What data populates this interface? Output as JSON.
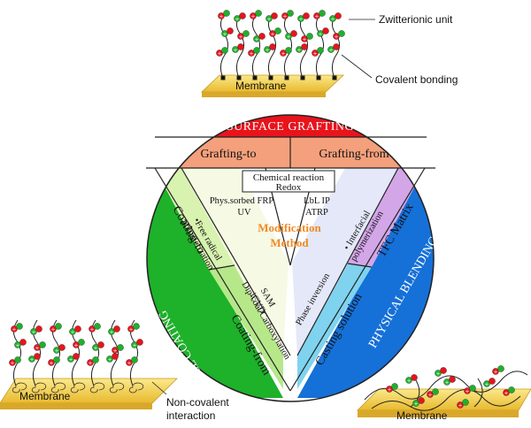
{
  "center": {
    "line1": "Modification",
    "line2": "Method"
  },
  "top": {
    "title": "SURFACE GRAFTING",
    "left": "Grafting-to",
    "right": "Grafting-from",
    "chem1": "Chemical  reaction",
    "chem2": "Redox",
    "phys1": "Phys.sorbed FRP",
    "phys2": "UV",
    "lbl1": "LbL  IP",
    "lbl2": "ATRP"
  },
  "left": {
    "title": "SURFACE COATING",
    "outer": "Coating-to",
    "inner": "Coating-from",
    "frp1": "•Free radical",
    "frp2": "polymerization",
    "sam": "SAM",
    "icvd": "iCVD",
    "dip": "Dip-coat/Carboxylation"
  },
  "right": {
    "title": "PHYSICAL BLENDING",
    "outer": "TFC Matrix",
    "inner": "Casting solution",
    "ip1": "• Interfacial",
    "ip2": "polymerization",
    "phase": "Phase inversion"
  },
  "illustrations": {
    "top_membrane": "Membrane",
    "zwitterionic": "Zwitterionic unit",
    "covalent": "Covalent bonding",
    "left_membrane": "Membrane",
    "noncov1": "Non-covalent",
    "noncov2": "interaction",
    "right_membrane": "Membrane"
  },
  "colors": {
    "red": "#e8141c",
    "salmon": "#f4a07c",
    "green": "#1eb12a",
    "lightgreen": "#b6e88a",
    "palegreen": "#e9f6c6",
    "blue": "#1570d8",
    "cyan": "#7fd3ef",
    "lavender": "#d3a6e8",
    "paleblue": "#d6def4",
    "membrane": "#f4d55a"
  }
}
